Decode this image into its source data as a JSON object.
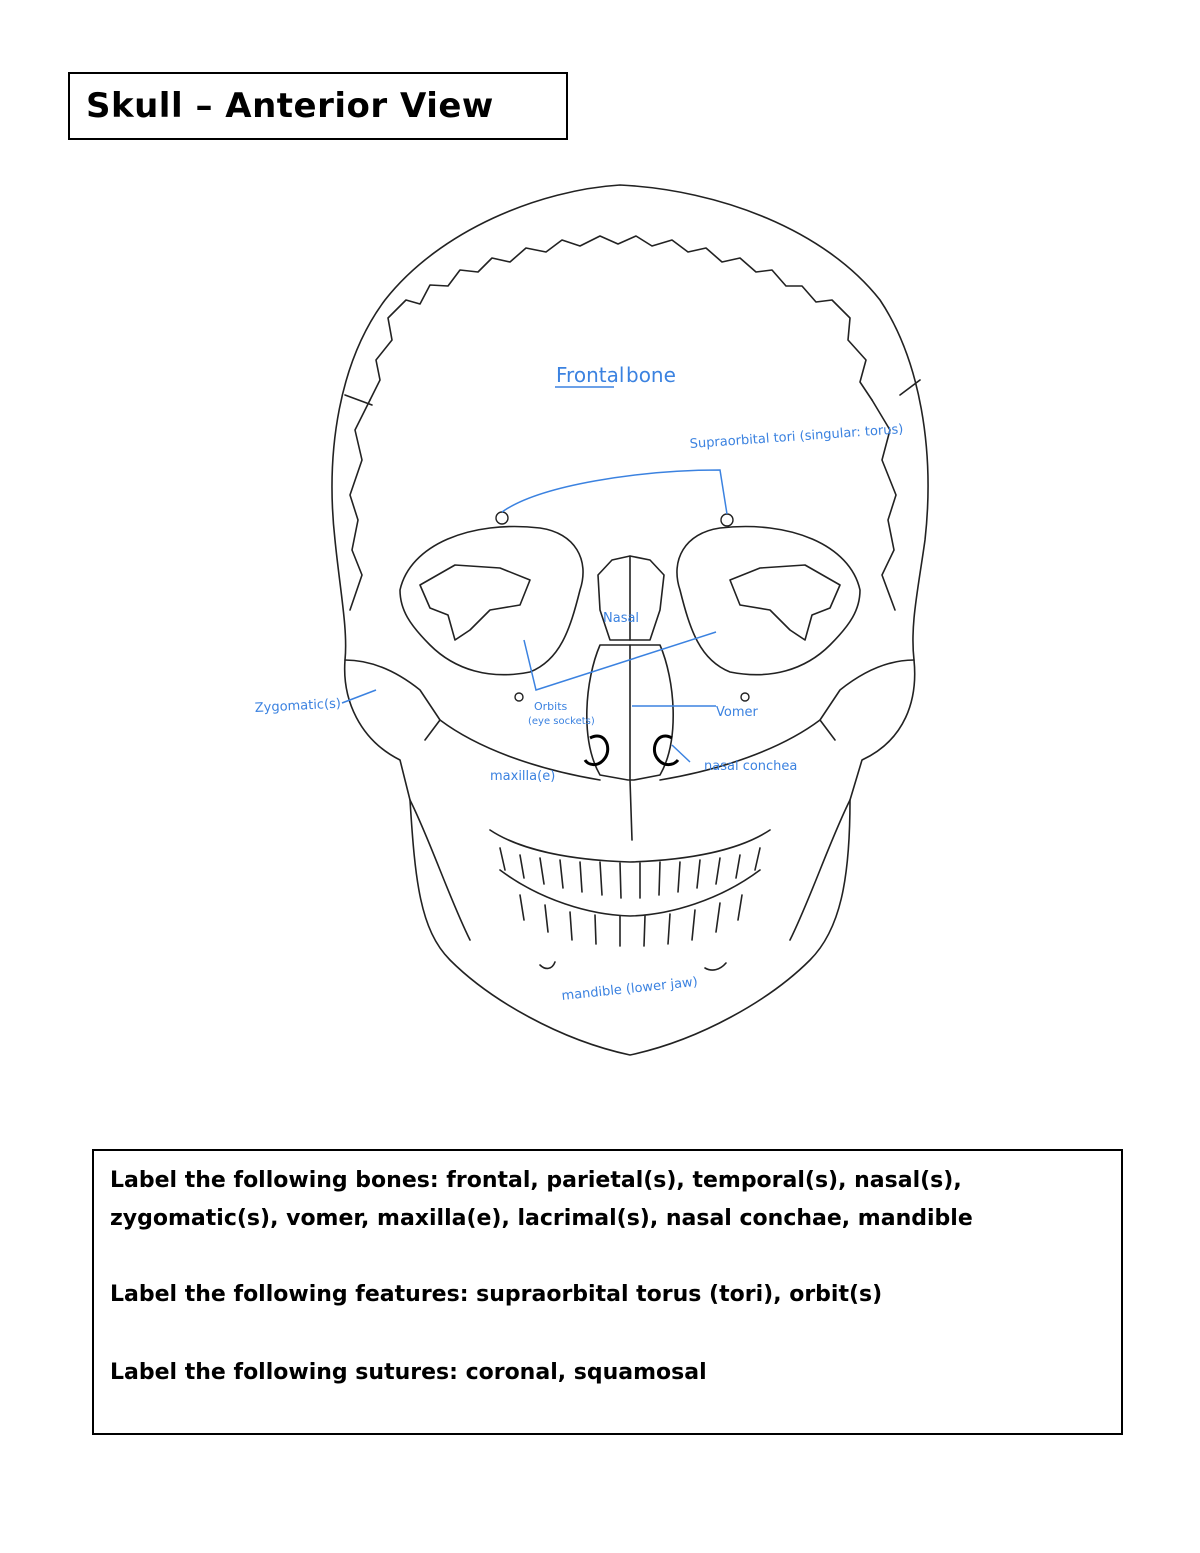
{
  "title": "Skull – Anterior View",
  "labels": {
    "frontal": "Frontal",
    "bone": "bone",
    "supraorbital": "Supraorbital tori (singular: torus)",
    "nasal": "Nasal",
    "zygomatic": "Zygomatic(s)",
    "orbits": "Orbits",
    "eye_sockets": "(eye sockets)",
    "vomer": "Vomer",
    "maxilla": "maxilla(e)",
    "nasal_conchea": "nasal conchea",
    "mandible": "mandible (lower jaw)"
  },
  "colors": {
    "label_ink": "#3b82e0",
    "line_ink": "#222222"
  },
  "instructions": {
    "bones_line1": "Label the following bones:  frontal, parietal(s), temporal(s), nasal(s),",
    "bones_line2": "zygomatic(s), vomer, maxilla(e), lacrimal(s), nasal conchae, mandible",
    "features": "Label the following features:  supraorbital torus (tori), orbit(s)",
    "sutures": "Label the following sutures:  coronal, squamosal"
  }
}
